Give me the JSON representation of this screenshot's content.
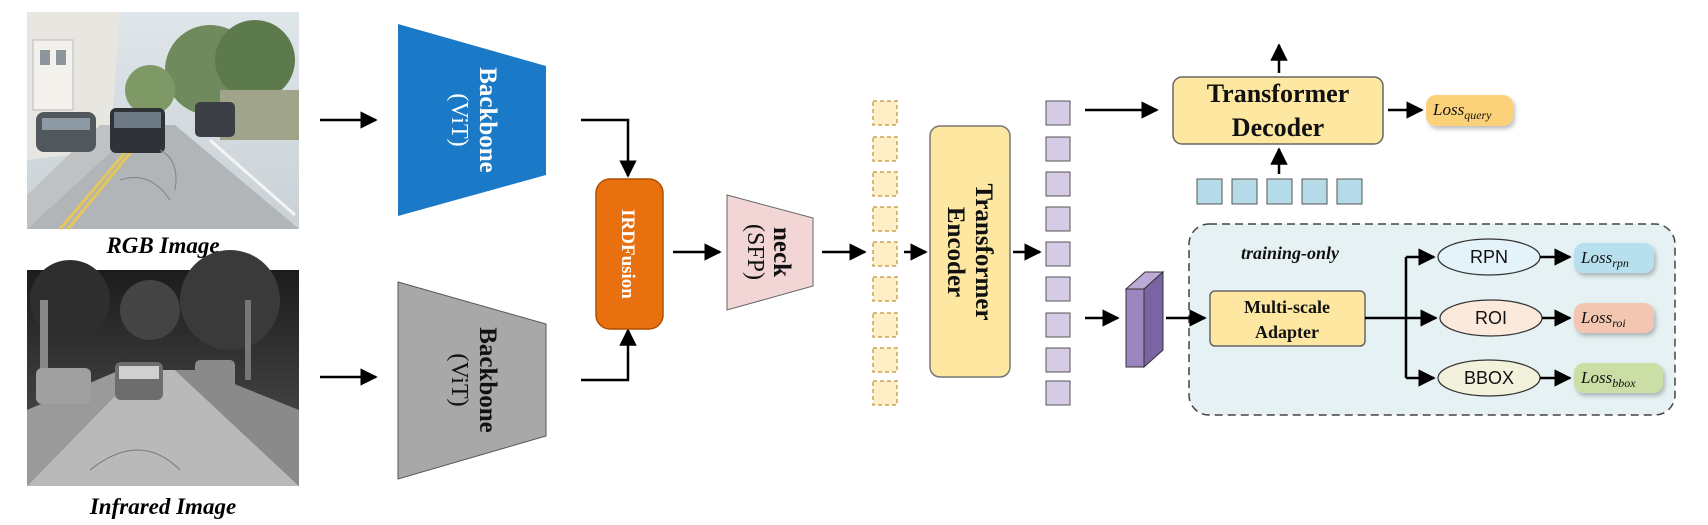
{
  "colors": {
    "backbone_rgb": "#1a7ac7",
    "backbone_ir": "#a8a8a8",
    "fusion": "#e8700f",
    "neck": "#f2d6d6",
    "encoder": "#fde7a1",
    "decoder": "#fde7a1",
    "token_dashed": "#fdeec6",
    "token_purple": "#d5cbe7",
    "query_cyan": "#b5dbe8",
    "training_bg": "#e6f1f3",
    "adapter": "#fde7a1",
    "cube": "#9c86bf",
    "rpn_fill": "#e4f2fa",
    "roi_fill": "#fbe9dc",
    "bbox_fill": "#f1f1dc",
    "loss_query": "#fbd27a",
    "loss_rpn": "#b7dfed",
    "loss_roi": "#f2c6b0",
    "loss_bbox": "#cadea6"
  },
  "inputs": {
    "rgb_caption": "RGB Image",
    "ir_caption": "Infrared Image",
    "rgb_icon": "street-scene-rgb-photo",
    "ir_icon": "street-scene-infrared-photo"
  },
  "backbone_rgb": {
    "title": "Backbone",
    "sub": "(ViT)"
  },
  "backbone_ir": {
    "title": "Backbone",
    "sub": "(ViT)"
  },
  "fusion": {
    "label": "IRDFusion"
  },
  "neck": {
    "title": "neck",
    "sub": "(SFP)"
  },
  "encoder": {
    "line1": "Transformer",
    "line2": "Encoder"
  },
  "decoder": {
    "line1": "Transformer",
    "line2": "Decoder"
  },
  "training": {
    "label": "training-only",
    "adapter_line1": "Multi-scale",
    "adapter_line2": "Adapter",
    "heads": [
      "RPN",
      "ROI",
      "BBOX"
    ]
  },
  "losses": {
    "base": "Loss",
    "query_sub": "query",
    "rpn_sub": "rpn",
    "roi_sub": "roi",
    "bbox_sub": "bbox"
  }
}
